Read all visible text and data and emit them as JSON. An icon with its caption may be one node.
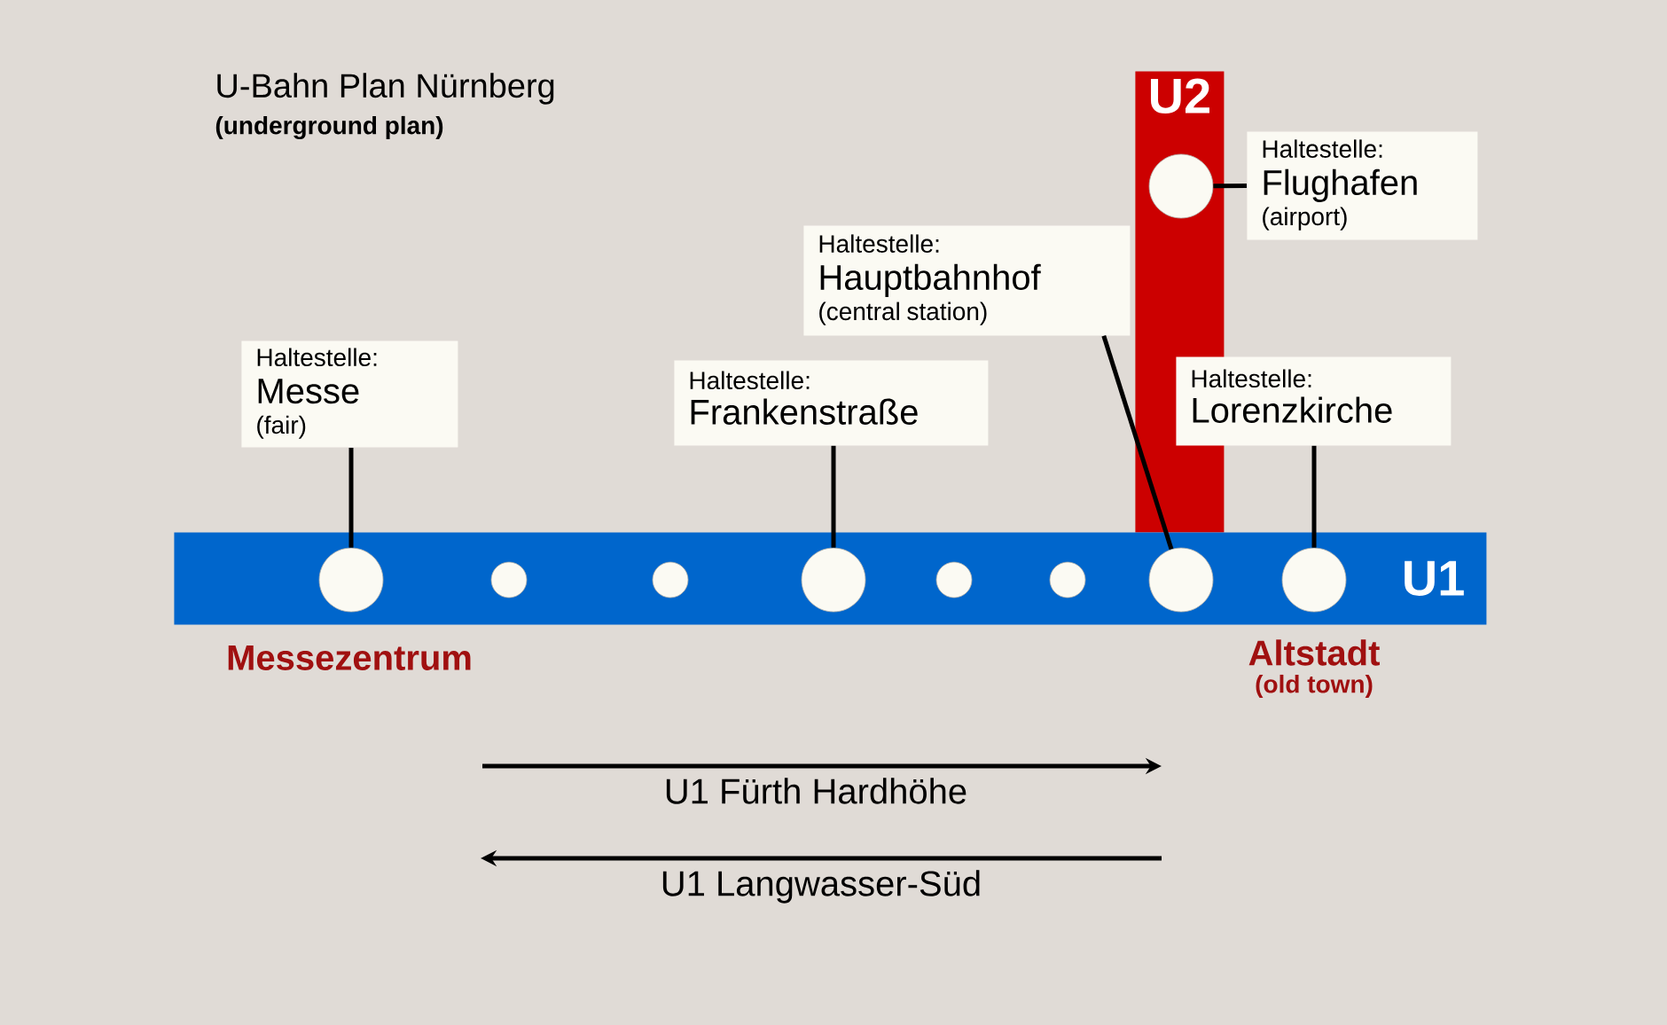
{
  "diagram": {
    "title": "U-Bahn Plan Nürnberg",
    "nodes": [
      {
        "text": [
          "U2"
        ]
      },
      {
        "text": [],
        "shape": "circle",
        "in": 0
      },
      {
        "text": [
          "Haltestelle:",
          "Flughafen",
          "(airport)"
        ]
      },
      {
        "text": [
          "Haltestelle:",
          "Hauptbahnhof",
          "(central station)"
        ]
      },
      {
        "text": [
          "Haltestelle:",
          "Messe",
          "(fair)"
        ]
      },
      {
        "text": [
          "Haltestelle:",
          "Frankenstraße"
        ]
      },
      {
        "text": [
          "Haltestelle:",
          "Lorenzkirche"
        ]
      },
      {
        "text": [
          "U1"
        ]
      },
      {
        "text": [],
        "shape": "circle",
        "in": 7
      },
      {
        "text": [],
        "shape": "circle",
        "in": 7
      },
      {
        "text": [],
        "shape": "circle",
        "in": 7
      },
      {
        "text": [],
        "shape": "circle",
        "in": 7
      },
      {
        "text": [],
        "shape": "circle",
        "in": 7
      },
      {
        "text": [],
        "shape": "circle",
        "in": 7
      },
      {
        "text": [],
        "shape": "circle",
        "in": 7
      },
      {
        "text": [],
        "shape": "circle",
        "in": 7
      }
    ],
    "edges": [
      {
        "from": 2,
        "to": 1,
        "arrow": "none"
      },
      {
        "from": 3,
        "to": 14,
        "arrow": "none"
      },
      {
        "from": 4,
        "to": 8,
        "arrow": "none"
      },
      {
        "from": 5,
        "to": 11,
        "arrow": "none"
      },
      {
        "from": 6,
        "to": 15,
        "arrow": "none"
      }
    ],
    "labels": [
      "(underground plan)",
      "Messezentrum",
      "Altstadt",
      "(old town)",
      "U1 Fürth Hardhöhe",
      "U1 Langwasser-Süd"
    ]
  }
}
